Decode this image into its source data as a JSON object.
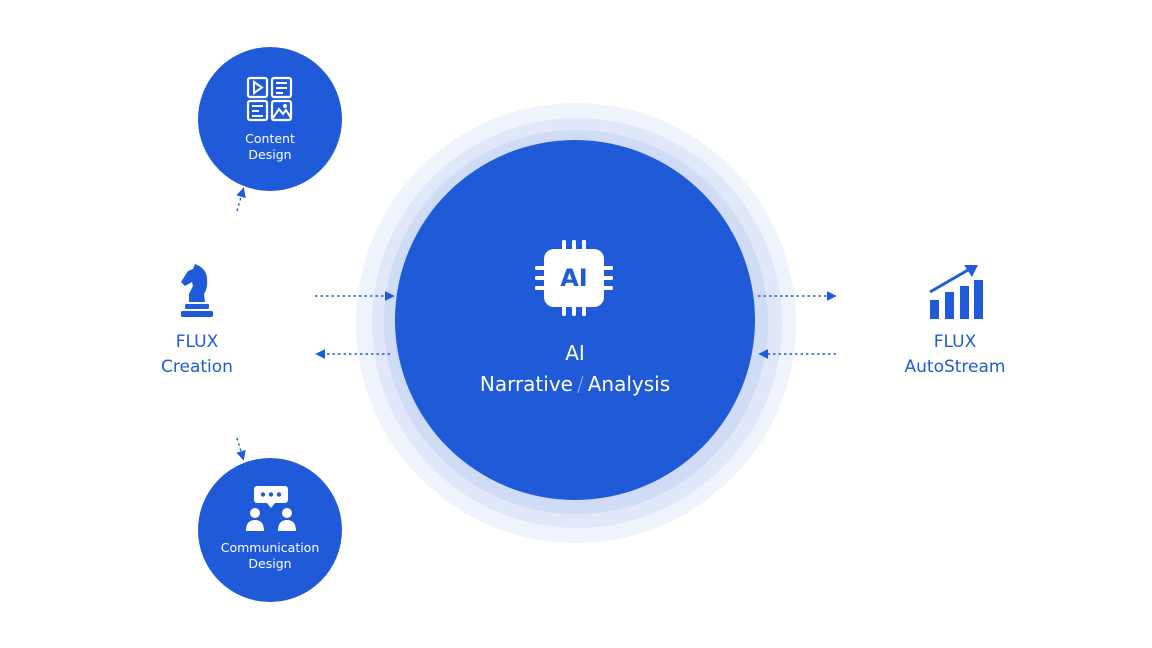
{
  "center": {
    "line1": "AI",
    "narrative": "Narrative",
    "separator": "/",
    "analysis": "Analysis",
    "chip_text": "AI"
  },
  "left": {
    "line1": "FLUX",
    "line2": "Creation"
  },
  "right": {
    "line1": "FLUX",
    "line2": "AutoStream"
  },
  "top_bubble": {
    "line1": "Content",
    "line2": "Design"
  },
  "bottom_bubble": {
    "line1": "Communication",
    "line2": "Design"
  },
  "icons": {
    "center": "ai-chip-icon",
    "left": "chess-knight-icon",
    "right": "growth-chart-icon",
    "top": "content-layout-icon",
    "bottom": "discussion-people-icon"
  },
  "colors": {
    "primary": "#1f5bd8",
    "background": "#ffffff"
  }
}
